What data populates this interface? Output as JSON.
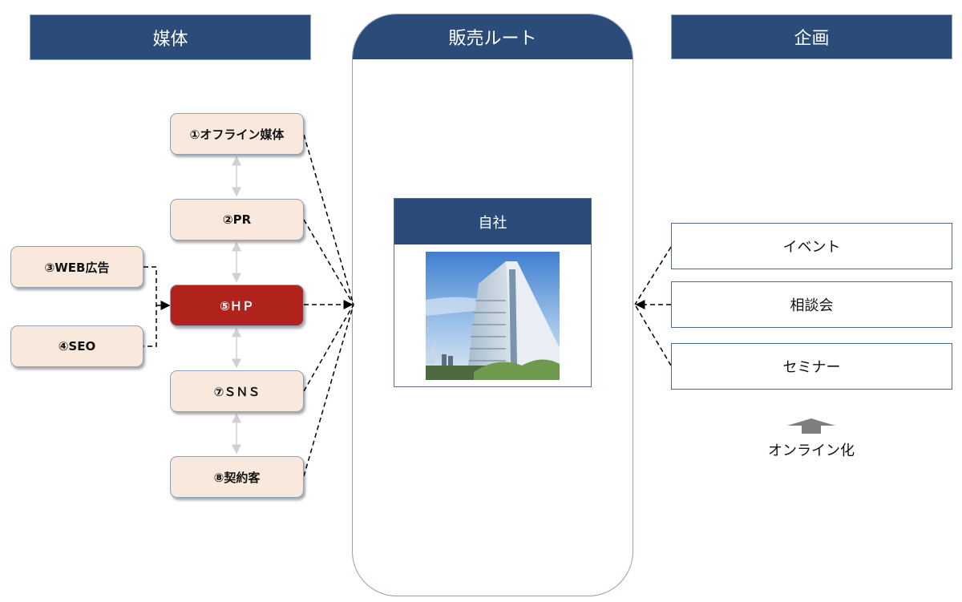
{
  "columns": {
    "media": {
      "title": "媒体"
    },
    "sales_route": {
      "title": "販売ルート"
    },
    "planning": {
      "title": "企画"
    }
  },
  "media_items": [
    {
      "id": "offline",
      "label": "①オフライン媒体"
    },
    {
      "id": "pr",
      "label": "②PR"
    },
    {
      "id": "web-ad",
      "label": "③WEB広告"
    },
    {
      "id": "seo",
      "label": "④SEO"
    },
    {
      "id": "hp",
      "label": "⑤ＨＰ",
      "highlighted": true
    },
    {
      "id": "sns",
      "label": "⑦ＳＮＳ"
    },
    {
      "id": "contract-customers",
      "label": "⑧契約客"
    }
  ],
  "company": {
    "title": "自社",
    "image": "office-building-photo"
  },
  "plans": [
    {
      "label": "イベント"
    },
    {
      "label": "相談会"
    },
    {
      "label": "セミナー"
    }
  ],
  "online": {
    "label": "オンライン化",
    "icon": "up-arrow-icon"
  },
  "colors": {
    "header_navy": "#2b4b78",
    "media_box_fill": "#f9e9dc",
    "highlight_red": "#b0231d",
    "border_blue": "#8ea1bf",
    "arrow_gray": "#7f7f7f"
  }
}
